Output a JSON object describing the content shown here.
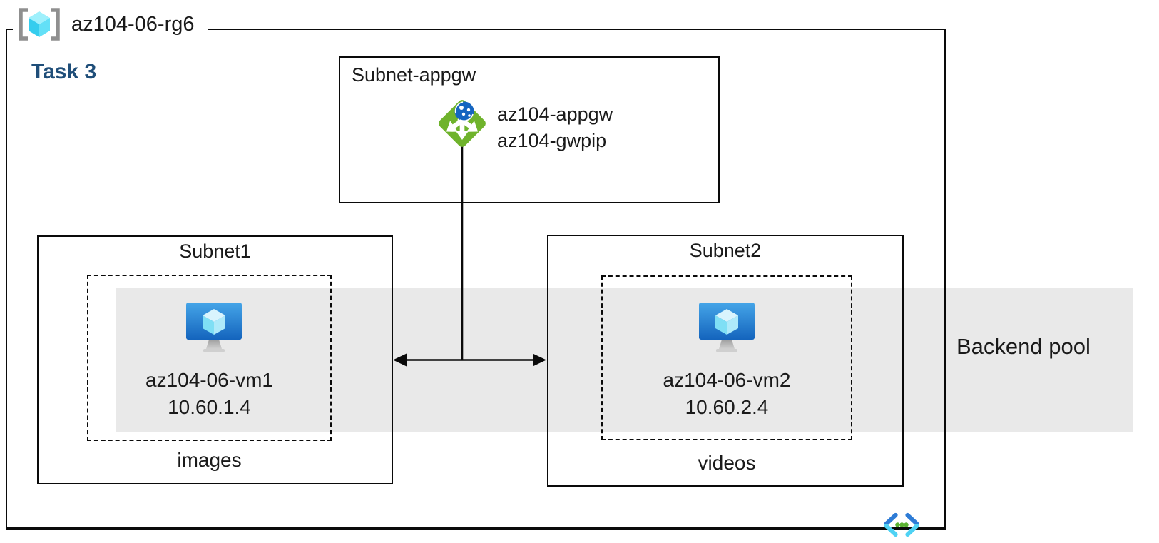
{
  "header": {
    "resource_group_name": "az104-06-rg6",
    "task_label": "Task 3"
  },
  "appgw_subnet": {
    "title": "Subnet-appgw",
    "gateway_name": "az104-appgw",
    "gateway_public_ip": "az104-gwpip"
  },
  "subnet1": {
    "title": "Subnet1",
    "vm_name": "az104-06-vm1",
    "vm_ip": "10.60.1.4",
    "caption": "images"
  },
  "subnet2": {
    "title": "Subnet2",
    "vm_name": "az104-06-vm2",
    "vm_ip": "10.60.2.4",
    "caption": "videos"
  },
  "backend_pool": {
    "label": "Backend pool"
  },
  "icons": {
    "resource_group": "resource-group-icon",
    "application_gateway": "application-gateway-icon",
    "virtual_machine": "virtual-machine-icon",
    "virtual_network": "virtual-network-icon"
  },
  "colors": {
    "task_heading": "#1f4e79",
    "band_gray": "#e9e9e9",
    "line_black": "#0a0a0a",
    "gateway_green": "#6fb32c",
    "globe_blue": "#1565c0",
    "vm_screen_top": "#45a5e8",
    "vm_screen_bottom": "#1464bd",
    "cube_top": "#d9f4fd",
    "cube_left": "#7fdff5",
    "cube_right": "#aeeafa",
    "bracket_gray": "#8f8f8f",
    "rg_cube_top": "#9ff0fc",
    "rg_cube_left": "#35cdee",
    "rg_cube_right": "#63e0f7",
    "vnet_dark_blue": "#2e7cd6",
    "vnet_cyan": "#4fd2f4",
    "dot_green": "#5bb232"
  }
}
